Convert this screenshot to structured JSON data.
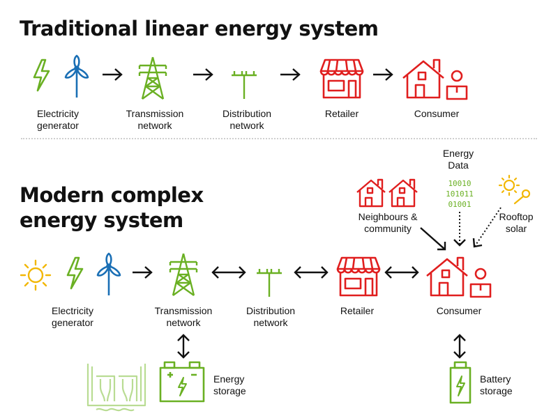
{
  "traditional": {
    "title": "Traditional linear energy system",
    "labels": {
      "generator": "Electricity\ngenerator",
      "transmission": "Transmission\nnetwork",
      "distribution": "Distribution\nnetwork",
      "retailer": "Retailer",
      "consumer": "Consumer"
    }
  },
  "modern": {
    "title": "Modern complex\nenergy system",
    "labels": {
      "generator": "Electricity\ngenerator",
      "transmission": "Transmission\nnetwork",
      "distribution": "Distribution\nnetwork",
      "retailer": "Retailer",
      "consumer": "Consumer",
      "energy_data": "Energy\nData",
      "neighbours": "Neighbours &\ncommunity",
      "rooftop": "Rooftop\nsolar",
      "energy_storage": "Energy\nstorage",
      "battery_storage": "Battery\nstorage"
    },
    "binary": [
      "10010",
      "101011",
      "01001"
    ]
  },
  "colors": {
    "green": "#6ab023",
    "blue": "#1a6fb5",
    "red": "#e01e1e",
    "yellow": "#f2b705",
    "light_green": "#b9dc93",
    "black": "#111111"
  },
  "icons": [
    "lightning-icon",
    "wind-turbine-icon",
    "pylon-icon",
    "power-pole-icon",
    "shop-icon",
    "house-icon",
    "person-icon",
    "sun-icon",
    "battery-icon",
    "dam-icon",
    "rooftop-solar-icon"
  ]
}
